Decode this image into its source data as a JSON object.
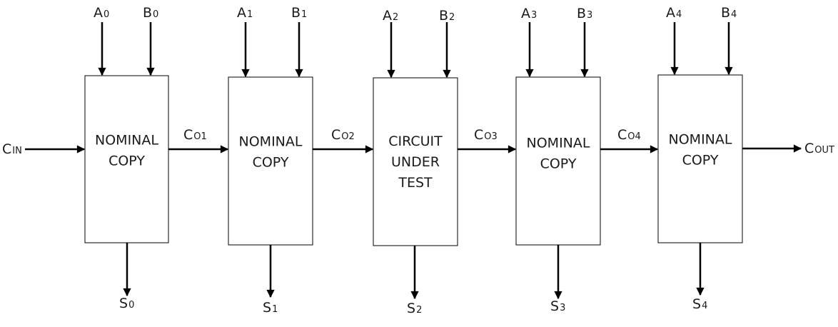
{
  "blocks": [
    {
      "id": "b0",
      "lines": [
        "NOMINAL",
        "COPY"
      ]
    },
    {
      "id": "b1",
      "lines": [
        "NOMINAL",
        "COPY"
      ]
    },
    {
      "id": "b2",
      "lines": [
        "CIRCUIT",
        "UNDER",
        "TEST"
      ]
    },
    {
      "id": "b3",
      "lines": [
        "NOMINAL",
        "COPY"
      ]
    },
    {
      "id": "b4",
      "lines": [
        "NOMINAL",
        "COPY"
      ]
    }
  ],
  "labels": {
    "a": [
      {
        "main": "A",
        "sub": "0"
      },
      {
        "main": "A",
        "sub": "1"
      },
      {
        "main": "A",
        "sub": "2"
      },
      {
        "main": "A",
        "sub": "3"
      },
      {
        "main": "A",
        "sub": "4"
      }
    ],
    "b": [
      {
        "main": "B",
        "sub": "0"
      },
      {
        "main": "B",
        "sub": "1"
      },
      {
        "main": "B",
        "sub": "2"
      },
      {
        "main": "B",
        "sub": "3"
      },
      {
        "main": "B",
        "sub": "4"
      }
    ],
    "s": [
      {
        "main": "S",
        "sub": "0"
      },
      {
        "main": "S",
        "sub": "1"
      },
      {
        "main": "S",
        "sub": "2"
      },
      {
        "main": "S",
        "sub": "3"
      },
      {
        "main": "S",
        "sub": "4"
      }
    ],
    "carries": [
      {
        "main": "C",
        "sub": "O1"
      },
      {
        "main": "C",
        "sub": "O2"
      },
      {
        "main": "C",
        "sub": "O3"
      },
      {
        "main": "C",
        "sub": "O4"
      }
    ],
    "cin": {
      "main": "C",
      "sub": "IN"
    },
    "cout": {
      "main": "C",
      "sub": "OUT"
    }
  }
}
